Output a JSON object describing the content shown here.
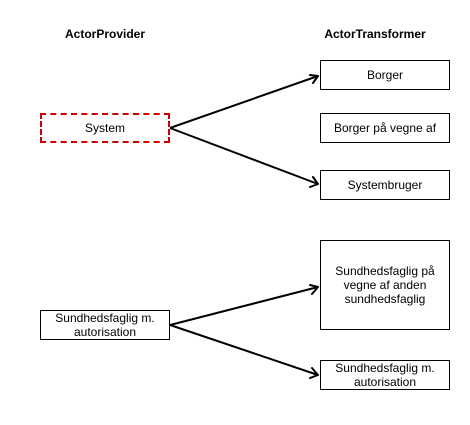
{
  "headers": {
    "provider": "ActorProvider",
    "transformer": "ActorTransformer"
  },
  "providers": {
    "system": "System",
    "health_pro": "Sundhedsfaglig m. autorisation"
  },
  "transformers": {
    "citizen": "Borger",
    "citizen_on_behalf": "Borger på vegne af",
    "system_user": "Systembruger",
    "health_on_behalf": "Sundhedsfaglig på vegne af anden sundhedsfaglig",
    "health_pro": "Sundhedsfaglig m. autorisation"
  },
  "colors": {
    "dashed_border": "#cc0000",
    "line": "#000000"
  }
}
